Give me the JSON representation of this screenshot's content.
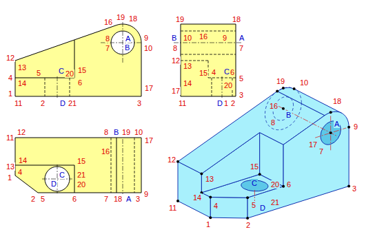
{
  "diagram": {
    "labels": [
      "16",
      "19",
      "18",
      "8",
      "A",
      "B",
      "9",
      "7",
      "10",
      "12",
      "13",
      "4",
      "14",
      "5",
      "C",
      "20",
      "15",
      "6",
      "1",
      "11",
      "2",
      "D",
      "21",
      "3",
      "17",
      "19",
      "18",
      "16",
      "B",
      "10",
      "9",
      "A",
      "8",
      "7",
      "12",
      "13",
      "14",
      "15",
      "C",
      "4",
      "6",
      "5",
      "20",
      "17",
      "11",
      "D",
      "1",
      "2",
      "3",
      "11",
      "12",
      "8",
      "B",
      "19",
      "10",
      "17",
      "14",
      "13",
      "15",
      "16",
      "C",
      "21",
      "D",
      "20",
      "1",
      "4",
      "5",
      "2",
      "6",
      "7",
      "18",
      "A",
      "3",
      "9",
      "19",
      "16",
      "10",
      "18",
      "9",
      "B",
      "8",
      "A",
      "17",
      "7",
      "3",
      "12",
      "15",
      "13",
      "20",
      "C",
      "6",
      "14",
      "5",
      "21",
      "11",
      "4",
      "D",
      "1",
      "2"
    ]
  }
}
